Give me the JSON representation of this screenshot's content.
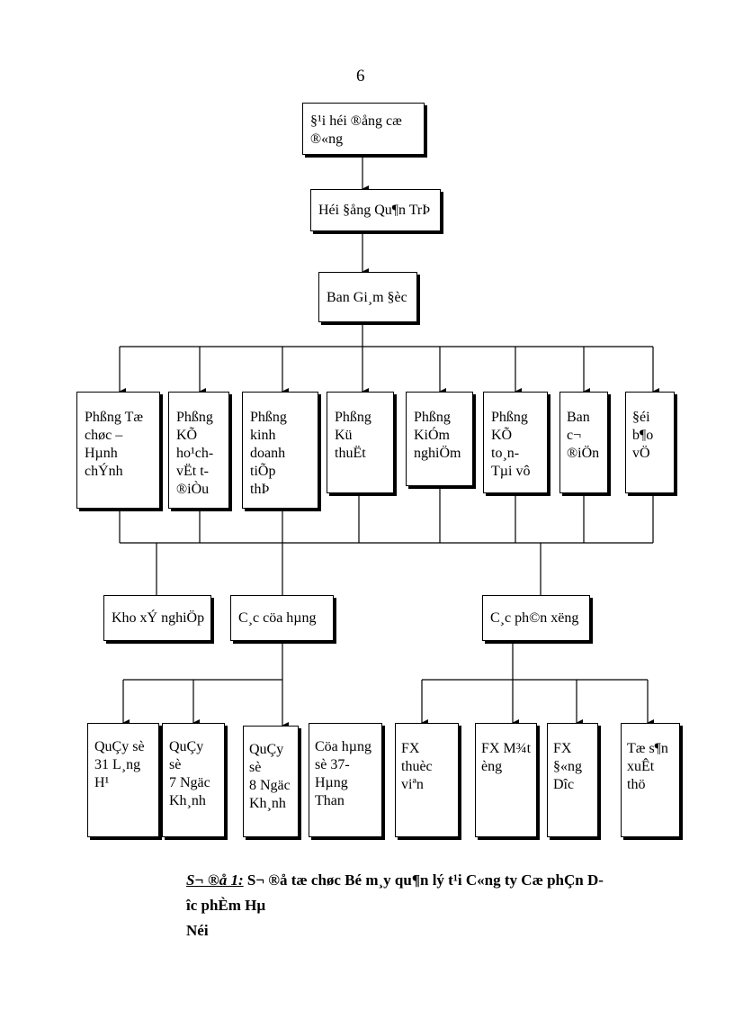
{
  "page_number": "6",
  "boxes": {
    "dai_hoi": "§¹i héi ®ång cæ\n®«ng",
    "hoi_dong": "Héi §ång Qu¶n TrÞ",
    "ban_giam_doc": "Ban Gi¸m §èc",
    "phong_tchc": "Phßng Tæ\nchøc – Hµnh\nchÝnh",
    "phong_kh": "Phßng\nKÕ\nho¹ch-\nvËt t­ ®iÒu",
    "phong_kd": "Phßng kinh\ndoanh tiÕp\nthÞ",
    "phong_kt": "Phßng Kü\nthuËt",
    "phong_kn": "Phßng\nKiÓm\nnghiÖm",
    "phong_ketoan": "Phßng\nKÕ to¸n-\nTµi vô",
    "ban_co_dien": "Ban c¬\n®iÖn",
    "doi_bao_ve": "§éi b¶o\nvÖ",
    "kho": "Kho xÝ nghiÖp",
    "cua_hang": "C¸c cöa hµng",
    "phan_xuong": "C¸c ph©n x­ëng",
    "quay31": "QuÇy sè\n31 L¸ng H¹",
    "quay7": "QuÇy sè\n7 Ngäc\nKh¸nh",
    "quay8": "QuÇy sè\n8 Ngäc\nKh¸nh",
    "cuahang37": "Cöa hµng\nsè 37-\nHµng Than",
    "fx_thuoc": "FX thuèc\nviªn",
    "fx_mat": "FX M¾t\nèng",
    "fx_dong": "FX §«ng\nDîc",
    "to_sx": "Tæ s¶n\nxuÊt thö"
  },
  "caption": {
    "label": "S¬ ®å 1:",
    "text": " S¬ ®å tæ chøc Bé m¸y qu¶n lý t¹i C«ng ty Cæ phÇn D­îc  phÈm Hµ\nNéi"
  }
}
